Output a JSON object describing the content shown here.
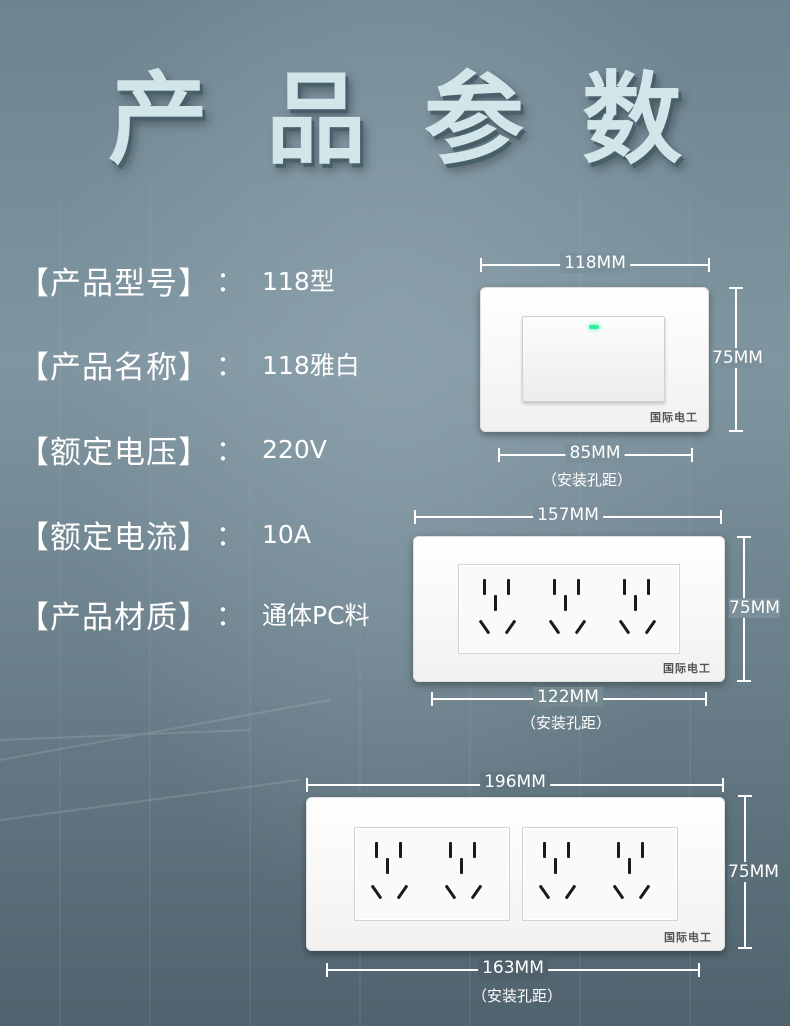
{
  "title": [
    "产",
    "品",
    "参",
    "数"
  ],
  "params": [
    {
      "label": "【产品型号】",
      "colon": "：",
      "value": "118型"
    },
    {
      "label": "【产品名称】",
      "colon": "：",
      "value": "118雅白"
    },
    {
      "label": "【额定电压】",
      "colon": "：",
      "value": "220V"
    },
    {
      "label": "【额定电流】",
      "colon": "：",
      "value": "10A"
    },
    {
      "label": "【产品材质】",
      "colon": "：",
      "value": "通体PC料"
    }
  ],
  "products": [
    {
      "width": "118MM",
      "height": "75MM",
      "hole": "85MM",
      "note": "（安装孔距）",
      "brand": "国际电工",
      "type": "switch"
    },
    {
      "width": "157MM",
      "height": "75MM",
      "hole": "122MM",
      "note": "（安装孔距）",
      "brand": "国际电工",
      "type": "socket-3",
      "outlets": 3
    },
    {
      "width": "196MM",
      "height": "75MM",
      "hole": "163MM",
      "note": "（安装孔距）",
      "brand": "国际电工",
      "type": "socket-4",
      "outlets": 4
    }
  ],
  "colors": {
    "title": "#d2e6ea",
    "led": "#2ef0a0",
    "text": "#ffffff"
  }
}
